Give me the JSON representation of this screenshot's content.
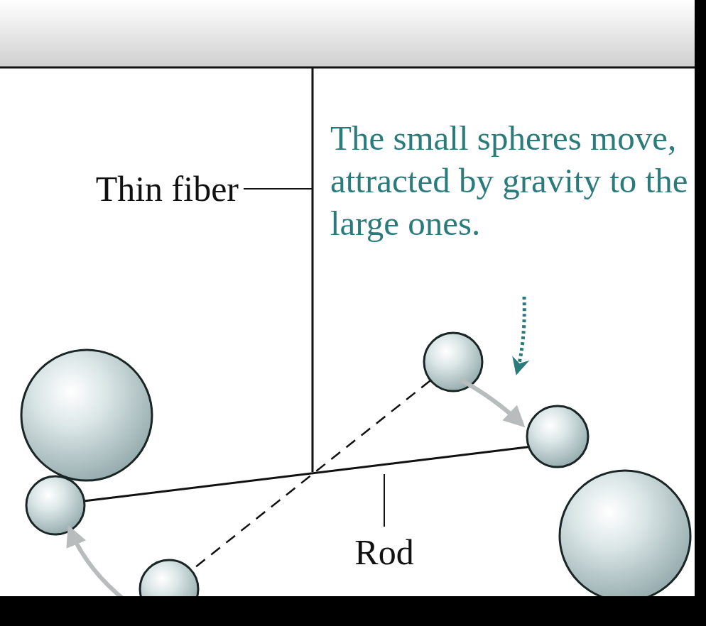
{
  "diagram": {
    "labels": [
      "Thin fiber",
      "The small spheres move, attracted by gravity to the large ones.",
      "Rod"
    ]
  }
}
